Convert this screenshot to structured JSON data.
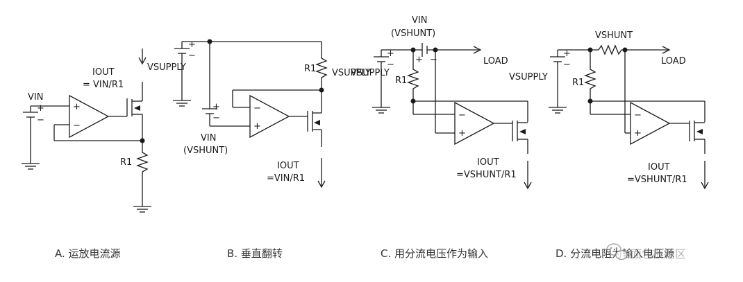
{
  "diagram_a": {
    "iout_label": "IOUT",
    "iout_formula": "= VIN/R1",
    "vsupply_label": "VSUPPLY",
    "vin_label": "VIN",
    "r1_label": "R1",
    "caption": "A. 运放电流源"
  },
  "diagram_b": {
    "r1_label": "R1",
    "vsupply_label": "VSUPPLY",
    "vin_label": "VIN",
    "vshunt_label": "(VSHUNT)",
    "iout_label": "IOUT",
    "iout_formula": "=VIN/R1",
    "caption": "B. 垂直翻转"
  },
  "diagram_c": {
    "vin_label": "VIN",
    "vshunt_label": "(VSHUNT)",
    "load_label": "LOAD",
    "vsupply_label": "VSUPPLY",
    "r1_label": "R1",
    "iout_label": "IOUT",
    "iout_formula": "=VSHUNT/R1",
    "caption": "C. 用分流电压作为输入"
  },
  "diagram_d": {
    "vshunt_label": "VSHUNT",
    "load_label": "LOAD",
    "vsupply_label": "VSUPPLY",
    "r1_label": "R1",
    "iout_label": "IOUT",
    "iout_formula": "=VSHUNT/R1",
    "caption": "D. 分流电阻为输入电压源"
  },
  "common": {
    "plus": "+",
    "minus": "−"
  },
  "watermark": {
    "text": "面包板社区",
    "icon": "wechat-icon"
  }
}
